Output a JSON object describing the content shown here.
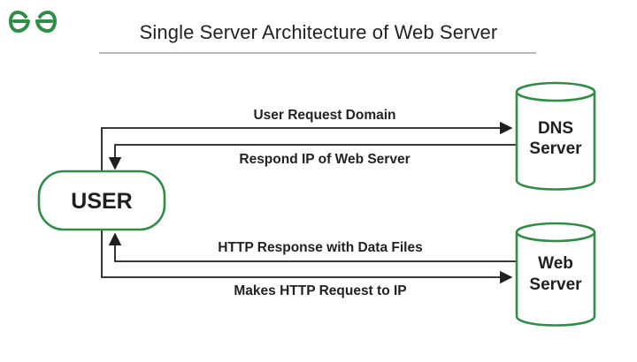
{
  "brand": {
    "logo_icon": "geeksforgeeks-logo-icon",
    "color": "#2f8d46"
  },
  "header": {
    "title": "Single Server Architecture of Web Server"
  },
  "nodes": {
    "user": {
      "label": "USER"
    },
    "dns_server": {
      "label_line1": "DNS",
      "label_line2": "Server"
    },
    "web_server": {
      "label_line1": "Web",
      "label_line2": "Server"
    }
  },
  "edges": {
    "user_to_dns": {
      "label": "User Request Domain"
    },
    "dns_to_user": {
      "label": "Respond IP of Web Server"
    },
    "web_to_user": {
      "label": "HTTP Response with Data Files"
    },
    "user_to_web": {
      "label": "Makes HTTP Request to IP"
    }
  },
  "colors": {
    "accent": "#2f8d46",
    "line": "#1f1f1f",
    "text": "#222222"
  }
}
